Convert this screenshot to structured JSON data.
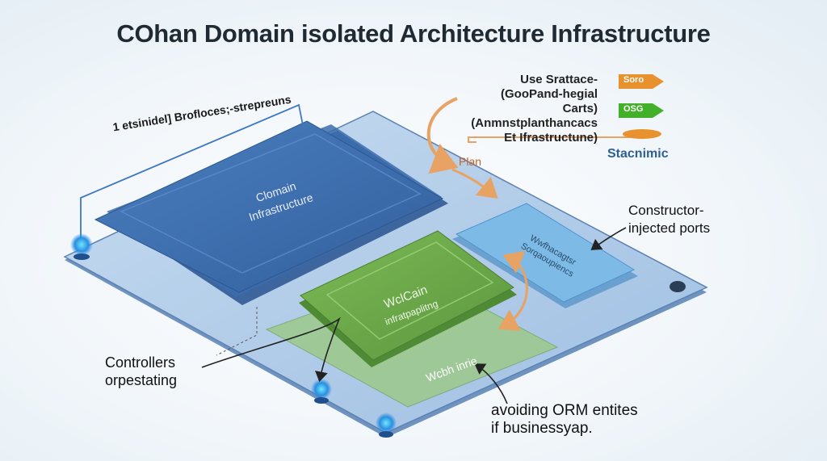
{
  "title": "COhan Domain isolated Architecture Infrastructure",
  "labels": {
    "top_left": "1 etsinidel] Brofloces;-strepreuns",
    "domain_layer": [
      "Clomain",
      "Infrastructure"
    ],
    "web_layer": [
      "WclCain",
      "infratpaplitng"
    ],
    "web_bottom": "Wcbh inrie",
    "side_panel": [
      "Wwfhacagtsr",
      "Sorqaoupiencs"
    ],
    "plan": "Plan",
    "constructor": [
      "Constructor-",
      "injected ports"
    ],
    "controllers": [
      "Controllers",
      "orpestating"
    ],
    "avoiding": [
      "avoiding  ORM entites",
      "if businessyap."
    ],
    "stacnimic": "Stacnimic",
    "top_right": [
      "Use Srattace-",
      "(GooPand-hegial Carts)",
      "(Anmnstplanthancacs",
      "Et Ifrastructune)"
    ],
    "badge_orange": "Soro",
    "badge_green": "OSG"
  },
  "colors": {
    "domain_blue": "#3f73b4",
    "web_green": "#6aa84a",
    "side_blue": "#6aaedc",
    "accent_orange": "#e8a263",
    "board": "#a8c6e6"
  }
}
